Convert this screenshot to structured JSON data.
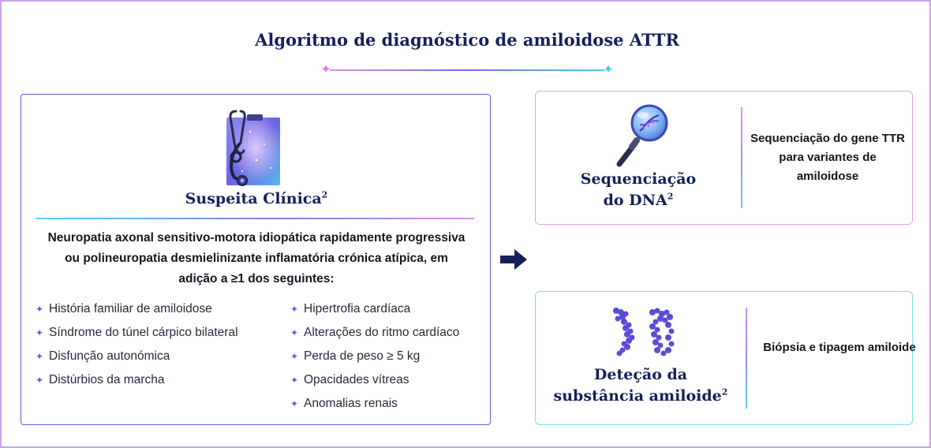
{
  "title": "Algoritmo de diagnóstico de amiloidose ATTR",
  "colors": {
    "title": "#14205a",
    "left_border": "#5a5fd6",
    "dna_border": "#d9a6ea",
    "amyloid_border": "#7fdde8",
    "bullet": "#5a5fe0",
    "arrow": "#14205a"
  },
  "suspeita": {
    "icon": "clipboard-stethoscope-icon",
    "title": "Suspeita Clínica",
    "ref": "2",
    "lead": "Neuropatia axonal sensitivo-motora idiopática rapidamente progressiva ou polineuropatia desmielinizante inflamatória crónica atípica, em adição a ≥1 dos seguintes:",
    "bullet_icon": "sparkle-bullet-icon",
    "criteria_col1": [
      "História familiar de amiloidose",
      "Síndrome do túnel cárpico bilateral",
      "Disfunção autonómica",
      "Distúrbios da marcha"
    ],
    "criteria_col2": [
      "Hipertrofia cardíaca",
      "Alterações do ritmo cardíaco",
      "Perda de peso ≥ 5 kg",
      "Opacidades vítreas",
      "Anomalias renais"
    ]
  },
  "arrow_icon": "right-arrow-icon",
  "dna": {
    "icon": "magnifier-dna-icon",
    "title_line1": "Sequenciação",
    "title_line2": "do DNA",
    "ref": "2",
    "desc": "Sequenciação do gene TTR para variantes de amiloidose"
  },
  "amyloid": {
    "icon": "protein-fibril-icon",
    "title_line1": "Deteção da",
    "title_line2": "substância amiloide",
    "ref": "2",
    "desc": "Biópsia e tipagem amiloide"
  }
}
